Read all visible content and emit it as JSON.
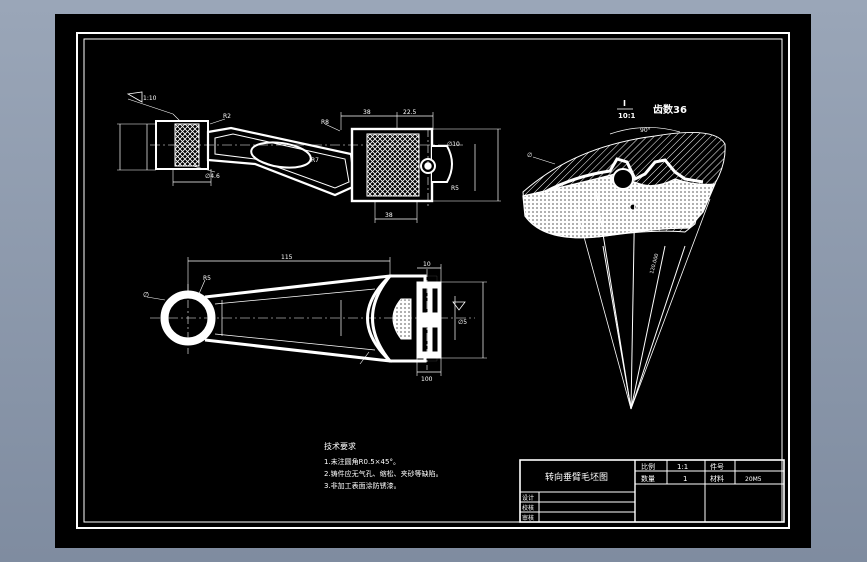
{
  "colors": {
    "background": "#8a96a8",
    "sheet": "#000000",
    "line": "#ffffff"
  },
  "title_block": {
    "drawing_name": "转向垂臂毛坯图",
    "row1": [
      "比例",
      "1:1",
      "件号",
      ""
    ],
    "row2": [
      "数量",
      "1",
      "材料",
      "20M5"
    ],
    "signatures": [
      "设计",
      "校核",
      "审核"
    ]
  },
  "notes": {
    "heading": "技术要求",
    "items": [
      "1.未注圆角R0.5×45°。",
      "2.铸件应无气孔、缩松、夹砂等缺陷。",
      "3.非加工表面涂防锈漆。"
    ]
  },
  "section": {
    "label": "I",
    "scale": "10:1",
    "count": "齿数36"
  },
  "dimensions": {
    "top_view": [
      "1:10",
      "R2",
      "R8",
      "38",
      "22.5",
      "∅10",
      "R5",
      "R7",
      "∅4.6",
      "38"
    ],
    "bottom_view": [
      "115",
      "R5",
      "∅",
      "10",
      "100",
      "∅5"
    ],
    "section_view": [
      "90°",
      "∅",
      "120.000"
    ]
  }
}
